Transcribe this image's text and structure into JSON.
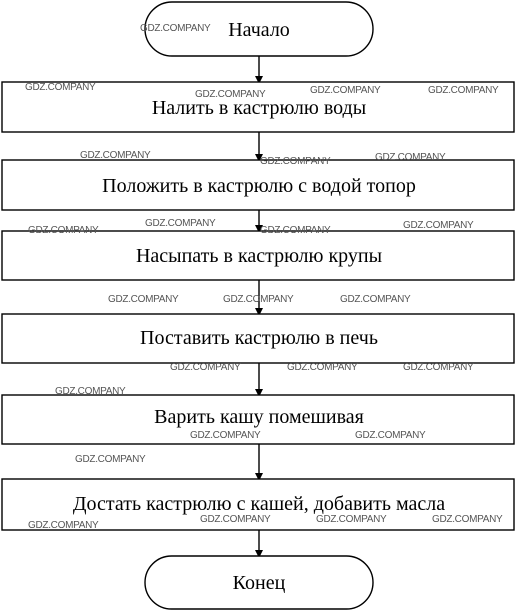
{
  "flowchart": {
    "start": "Начало",
    "steps": [
      "Налить в кастрюлю воды",
      "Положить в кастрюлю с водой топор",
      "Насыпать в кастрюлю крупы",
      "Поставить кастрюлю в печь",
      "Варить кашу помешивая",
      "Достать кастрюлю с кашей, добавить масла"
    ],
    "end": "Конец"
  },
  "watermark": "GDZ.COMPANY"
}
